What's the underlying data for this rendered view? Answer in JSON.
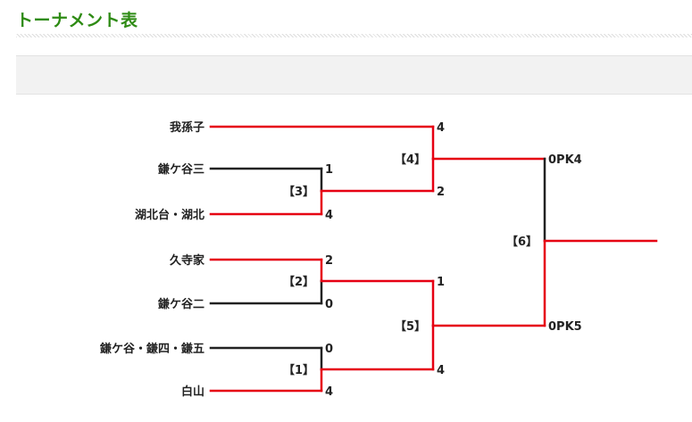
{
  "header": {
    "title": "トーナメント表"
  },
  "colors": {
    "win": "#e60012",
    "lose": "#222222",
    "title": "#2e8b14"
  },
  "teams": [
    "我孫子",
    "鎌ケ谷三",
    "湖北台・湖北",
    "久寺家",
    "鎌ケ谷二",
    "鎌ケ谷・鎌四・鎌五",
    "白山"
  ],
  "matches": {
    "m1": {
      "label": "【1】",
      "top": "0",
      "bottom": "4"
    },
    "m2": {
      "label": "【2】",
      "top": "2",
      "bottom": "0"
    },
    "m3": {
      "label": "【3】",
      "top": "1",
      "bottom": "4"
    },
    "m4": {
      "label": "【4】",
      "top": "4",
      "bottom": "2"
    },
    "m5": {
      "label": "【5】",
      "top": "1",
      "bottom": "4"
    },
    "m6": {
      "label": "【6】",
      "top": "0PK4",
      "bottom": "0PK5"
    }
  }
}
